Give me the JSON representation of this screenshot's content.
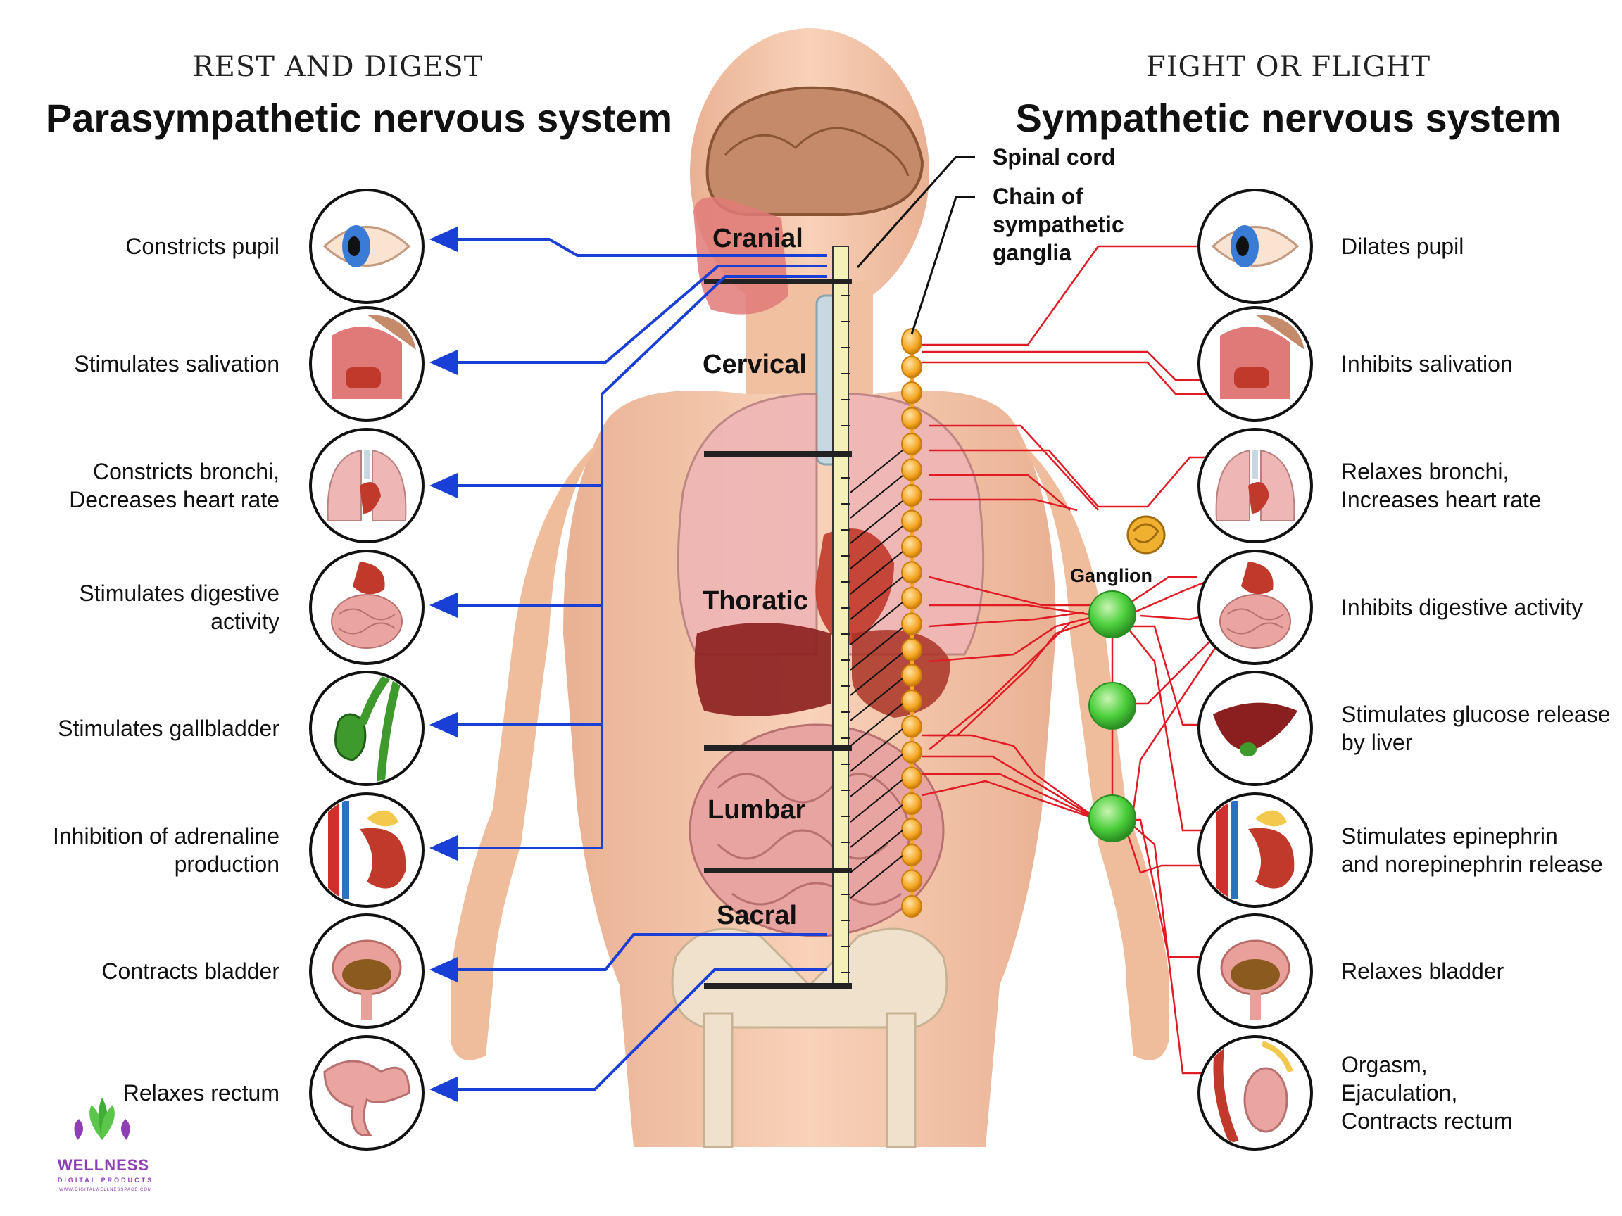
{
  "left": {
    "subtitle": "REST AND DIGEST",
    "title": "Parasympathetic nervous system",
    "effects": [
      {
        "lines": [
          "Constricts pupil"
        ],
        "icon": "eye-icon"
      },
      {
        "lines": [
          "Stimulates salivation"
        ],
        "icon": "salivary-gland-icon"
      },
      {
        "lines": [
          "Constricts bronchi,",
          "Decreases heart rate"
        ],
        "icon": "lungs-heart-icon"
      },
      {
        "lines": [
          "Stimulates digestive",
          "activity"
        ],
        "icon": "stomach-intestine-icon"
      },
      {
        "lines": [
          "Stimulates gallbladder"
        ],
        "icon": "gallbladder-icon"
      },
      {
        "lines": [
          "Inhibition of adrenaline",
          "production"
        ],
        "icon": "adrenal-kidney-icon"
      },
      {
        "lines": [
          "Contracts bladder"
        ],
        "icon": "bladder-icon"
      },
      {
        "lines": [
          "Relaxes rectum"
        ],
        "icon": "rectum-icon"
      }
    ]
  },
  "right": {
    "subtitle": "FIGHT OR FLIGHT",
    "title": "Sympathetic nervous system",
    "effects": [
      {
        "lines": [
          "Dilates pupil"
        ],
        "icon": "eye-icon"
      },
      {
        "lines": [
          "Inhibits salivation"
        ],
        "icon": "salivary-gland-icon"
      },
      {
        "lines": [
          "Relaxes bronchi,",
          "Increases heart rate"
        ],
        "icon": "lungs-heart-icon"
      },
      {
        "lines": [
          "Inhibits digestive activity"
        ],
        "icon": "stomach-intestine-icon"
      },
      {
        "lines": [
          "Stimulates glucose release",
          "by liver"
        ],
        "icon": "liver-icon"
      },
      {
        "lines": [
          "Stimulates epinephrin",
          "and norepinephrin release"
        ],
        "icon": "adrenal-kidney-icon"
      },
      {
        "lines": [
          "Relaxes bladder"
        ],
        "icon": "bladder-icon"
      },
      {
        "lines": [
          "Orgasm,",
          "Ejaculation,",
          "Contracts rectum"
        ],
        "icon": "reproductive-organ-icon"
      }
    ]
  },
  "regions": [
    "Cranial",
    "Cervical",
    "Thoratic",
    "Lumbar",
    "Sacral"
  ],
  "callouts": {
    "spinal_cord": "Spinal cord",
    "chain": [
      "Chain of",
      "sympathetic",
      "ganglia"
    ],
    "ganglion": "Ganglion"
  },
  "logo": {
    "name": "WELLNESS",
    "sub": "DIGITAL PRODUCTS",
    "url": "WWW.DIGITALWELLNESSPACE.COM"
  },
  "colors": {
    "parasympathetic": "#1a3fd6",
    "sympathetic": "#e01b24",
    "ganglion": "#3cc43c",
    "chain": "#f5a623",
    "skin": "#f3c4a5"
  }
}
